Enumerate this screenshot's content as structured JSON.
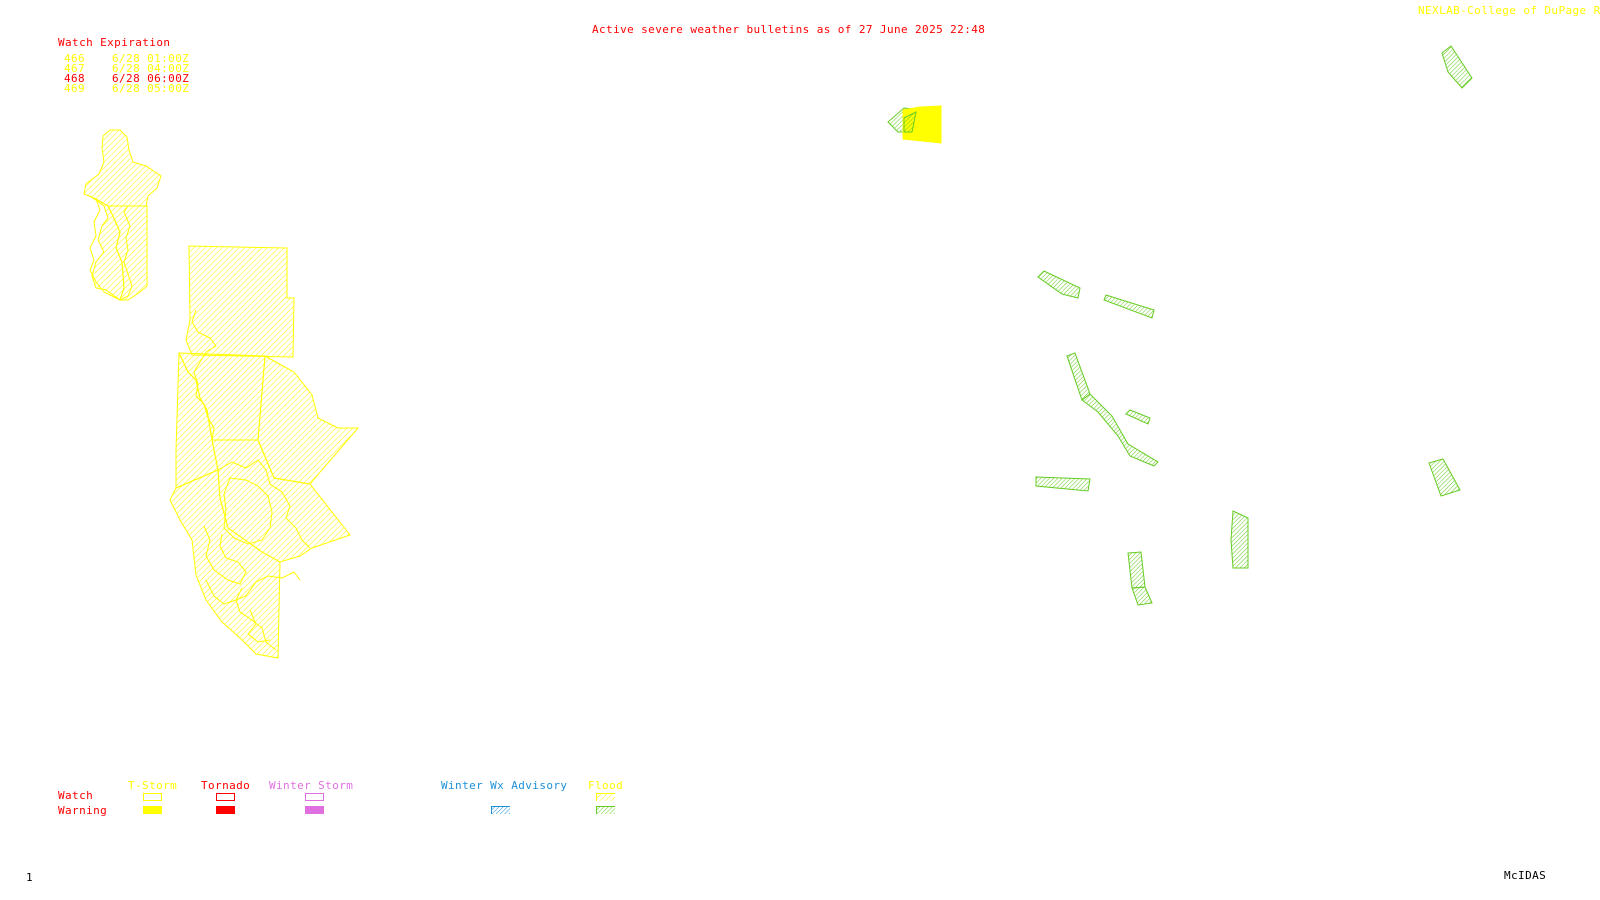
{
  "header": {
    "title": "Active severe weather bulletins as of 27 June 2025 22:48",
    "credit": "NEXLAB-College of DuPage R",
    "footer_left": "1",
    "footer_right": "McIDAS"
  },
  "watch_expiration": {
    "heading": "Watch Expiration",
    "rows": [
      {
        "id": "466",
        "time": "6/28 01:00Z",
        "color": "#ffff00"
      },
      {
        "id": "467",
        "time": "6/28 04:00Z",
        "color": "#ffff00"
      },
      {
        "id": "468",
        "time": "6/28 06:00Z",
        "color": "#ff0000"
      },
      {
        "id": "469",
        "time": "6/28 05:00Z",
        "color": "#ffff00"
      }
    ]
  },
  "legend": {
    "row_watch": "Watch",
    "row_warning": "Warning",
    "columns": [
      {
        "label": "T-Storm",
        "color": "#ffff00",
        "watch": "outline",
        "warning": "solid"
      },
      {
        "label": "Tornado",
        "color": "#ff0000",
        "watch": "outline",
        "warning": "solid"
      },
      {
        "label": "Winter Storm",
        "color": "#e070e0",
        "watch": "outline",
        "warning": "solid"
      },
      {
        "label": "Winter Wx Advisory",
        "color": "#1e90d8",
        "warning": "hatched"
      },
      {
        "label": "Flood",
        "color": "#ffff00",
        "warning_color": "#66cc22",
        "watch": "hatched",
        "warning": "hatched"
      }
    ]
  },
  "colors": {
    "tstorm_watch": "#ffff00",
    "flood_warning": "#66cc22",
    "text_red": "#ff0000"
  }
}
